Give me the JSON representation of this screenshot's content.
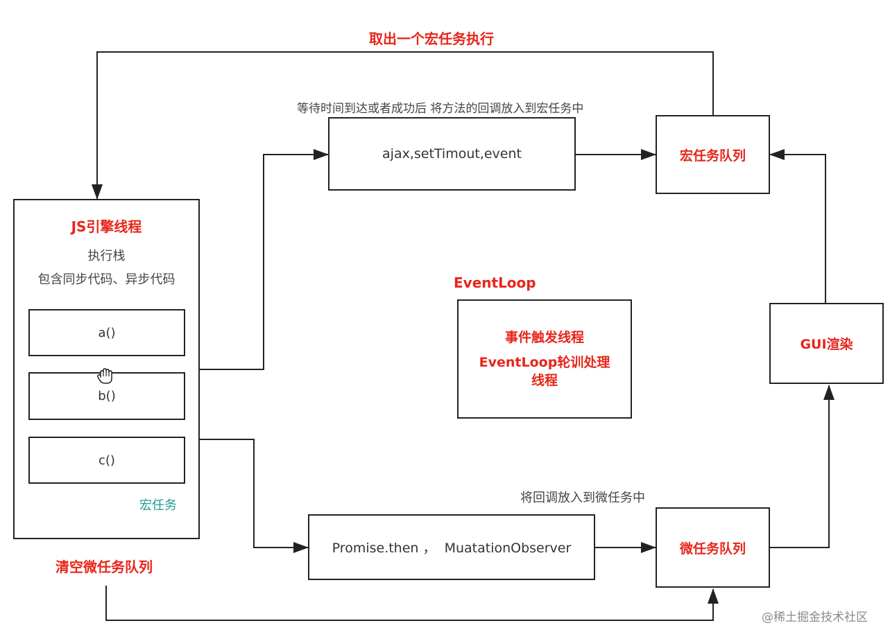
{
  "labels": {
    "top_loop": "取出一个宏任务执行",
    "wait_note": "等待时间到达或者成功后 将方法的回调放入到宏任务中",
    "eventloop": "EventLoop",
    "micro_note": "将回调放入到微任务中",
    "clear_micro": "清空微任务队列",
    "watermark": "@稀土掘金技术社区"
  },
  "js_engine": {
    "title": "JS引擎线程",
    "stack_label": "执行栈",
    "stack_desc": "包含同步代码、异步代码",
    "frames": [
      "a()",
      "b()",
      "c()"
    ],
    "macro_tag": "宏任务"
  },
  "boxes": {
    "async_apis": "ajax,setTimout,event",
    "macro_queue": "宏任务队列",
    "event_thread_line1": "事件触发线程",
    "event_thread_line2": "EventLoop轮训处理",
    "event_thread_line3": "线程",
    "gui_render": "GUI渲染",
    "micro_apis": "Promise.then ，  MuatationObserver",
    "micro_queue": "微任务队列"
  },
  "colors": {
    "accent_red": "#e8251b",
    "teal": "#1f9a94",
    "line": "#222222"
  }
}
